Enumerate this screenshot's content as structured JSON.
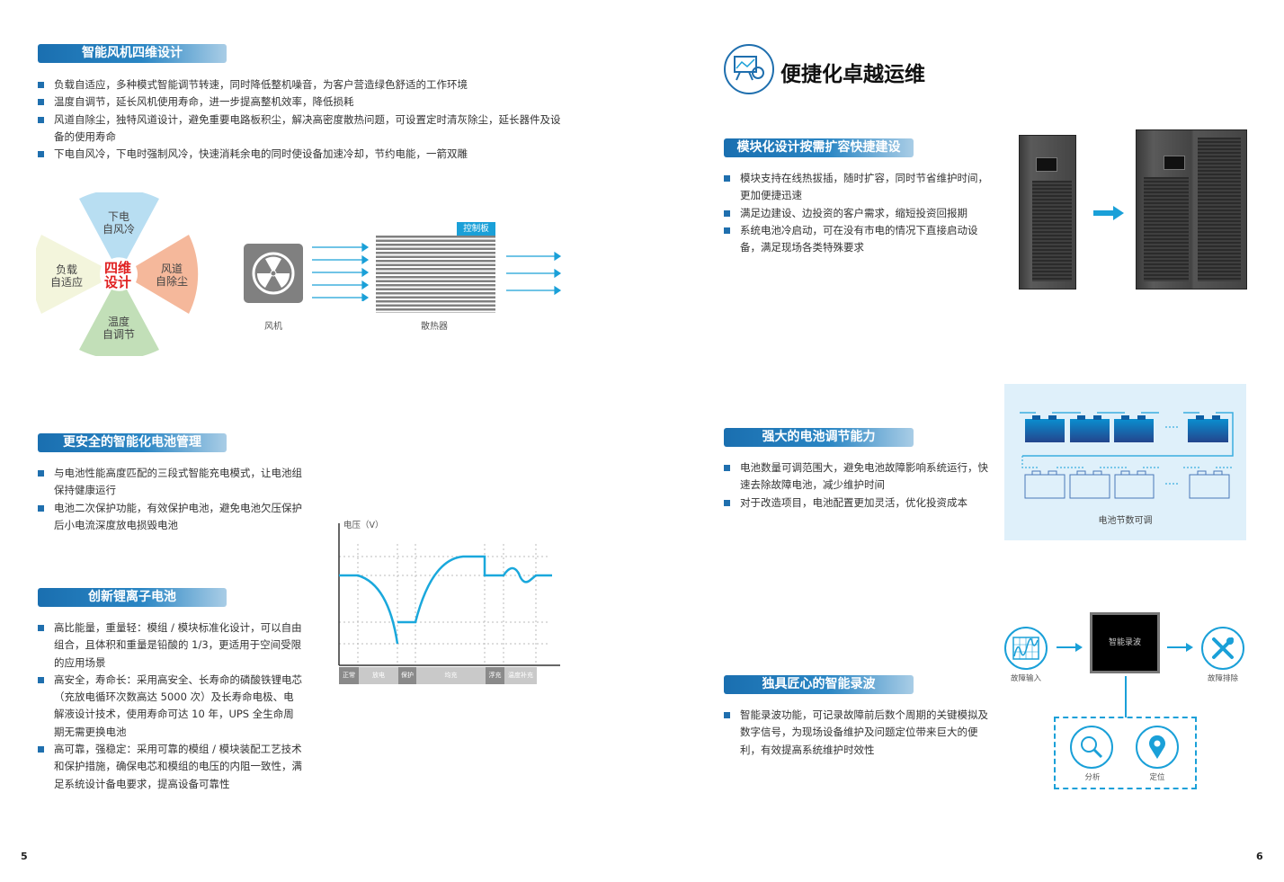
{
  "left": {
    "fan_section": {
      "title": "智能风机四维设计",
      "bullets": [
        "负载自适应，多种模式智能调节转速，同时降低整机噪音，为客户营造绿色舒适的工作环境",
        "温度自调节，延长风机使用寿命，进一步提高整机效率，降低损耗",
        "风道自除尘，独特风道设计，避免重要电路板积尘，解决高密度散热问题，可设置定时清灰除尘，延长器件及设备的使用寿命",
        "下电自风冷，下电时强制风冷，快速消耗余电的同时使设备加速冷却，节约电能，一箭双雕"
      ]
    },
    "four_d": {
      "center": "四维设计",
      "top": "下电\n自风冷",
      "left": "负载\n自适应",
      "right": "风道\n自除尘",
      "bottom": "温度\n自调节"
    },
    "airflow": {
      "fan_label": "风机",
      "radiator_label": "散热器",
      "control_board": "控制板"
    },
    "battery_mgmt": {
      "title": "更安全的智能化电池管理",
      "bullets": [
        "与电池性能高度匹配的三段式智能充电模式，让电池组保持健康运行",
        "电池二次保护功能，有效保护电池，避免电池欠压保护后小电流深度放电损毁电池"
      ]
    },
    "chart": {
      "ylabel": "电压（V）",
      "stages": [
        "正常",
        "放电",
        "保护",
        "均充",
        "浮充",
        "温度补充"
      ]
    },
    "li_battery": {
      "title": "创新锂离子电池",
      "bullets": [
        "高比能量，重量轻：模组 / 模块标准化设计，可以自由组合，且体积和重量是铅酸的 1/3，更适用于空间受限的应用场景",
        "高安全，寿命长：采用高安全、长寿命的磷酸铁锂电芯（充放电循环次数高达 5000 次）及长寿命电极、电解液设计技术，使用寿命可达 10 年，UPS 全生命周期无需更换电池",
        "高可靠，强稳定：采用可靠的模组 / 模块装配工艺技术和保护措施，确保电芯和模组的电压的内阻一致性，满足系统设计备电要求，提高设备可靠性"
      ]
    },
    "page_number": "5"
  },
  "right": {
    "main_title": "便捷化卓越运维",
    "modular": {
      "title": "模块化设计按需扩容快捷建设",
      "bullets": [
        "模块支持在线热拔插，随时扩容，同时节省维护时间，更加便捷迅速",
        "满足边建设、边投资的客户需求，缩短投资回报期",
        "系统电池冷启动，可在没有市电的情况下直接启动设备，满足现场各类特殊要求"
      ]
    },
    "battery_adjust": {
      "title": "强大的电池调节能力",
      "bullets": [
        "电池数量可调范围大，避免电池故障影响系统运行，快速去除故障电池，减少维护时间",
        "对于改造项目，电池配置更加灵活，优化投资成本"
      ],
      "diagram_caption": "电池节数可调"
    },
    "recording": {
      "title": "独具匠心的智能录波",
      "bullets": [
        "智能录波功能，可记录故障前后数个周期的关键模拟及数字信号，为现场设备维护及问题定位带来巨大的便利，有效提高系统维护时效性"
      ],
      "center": "智能录波",
      "fault_input": "故障输入",
      "fault_clear": "故障排除",
      "analyze": "分析",
      "locate": "定位"
    },
    "page_number": "6"
  },
  "colors": {
    "accent": "#1aa0d8",
    "header": "#1a6fb0",
    "red": "#e02020"
  }
}
